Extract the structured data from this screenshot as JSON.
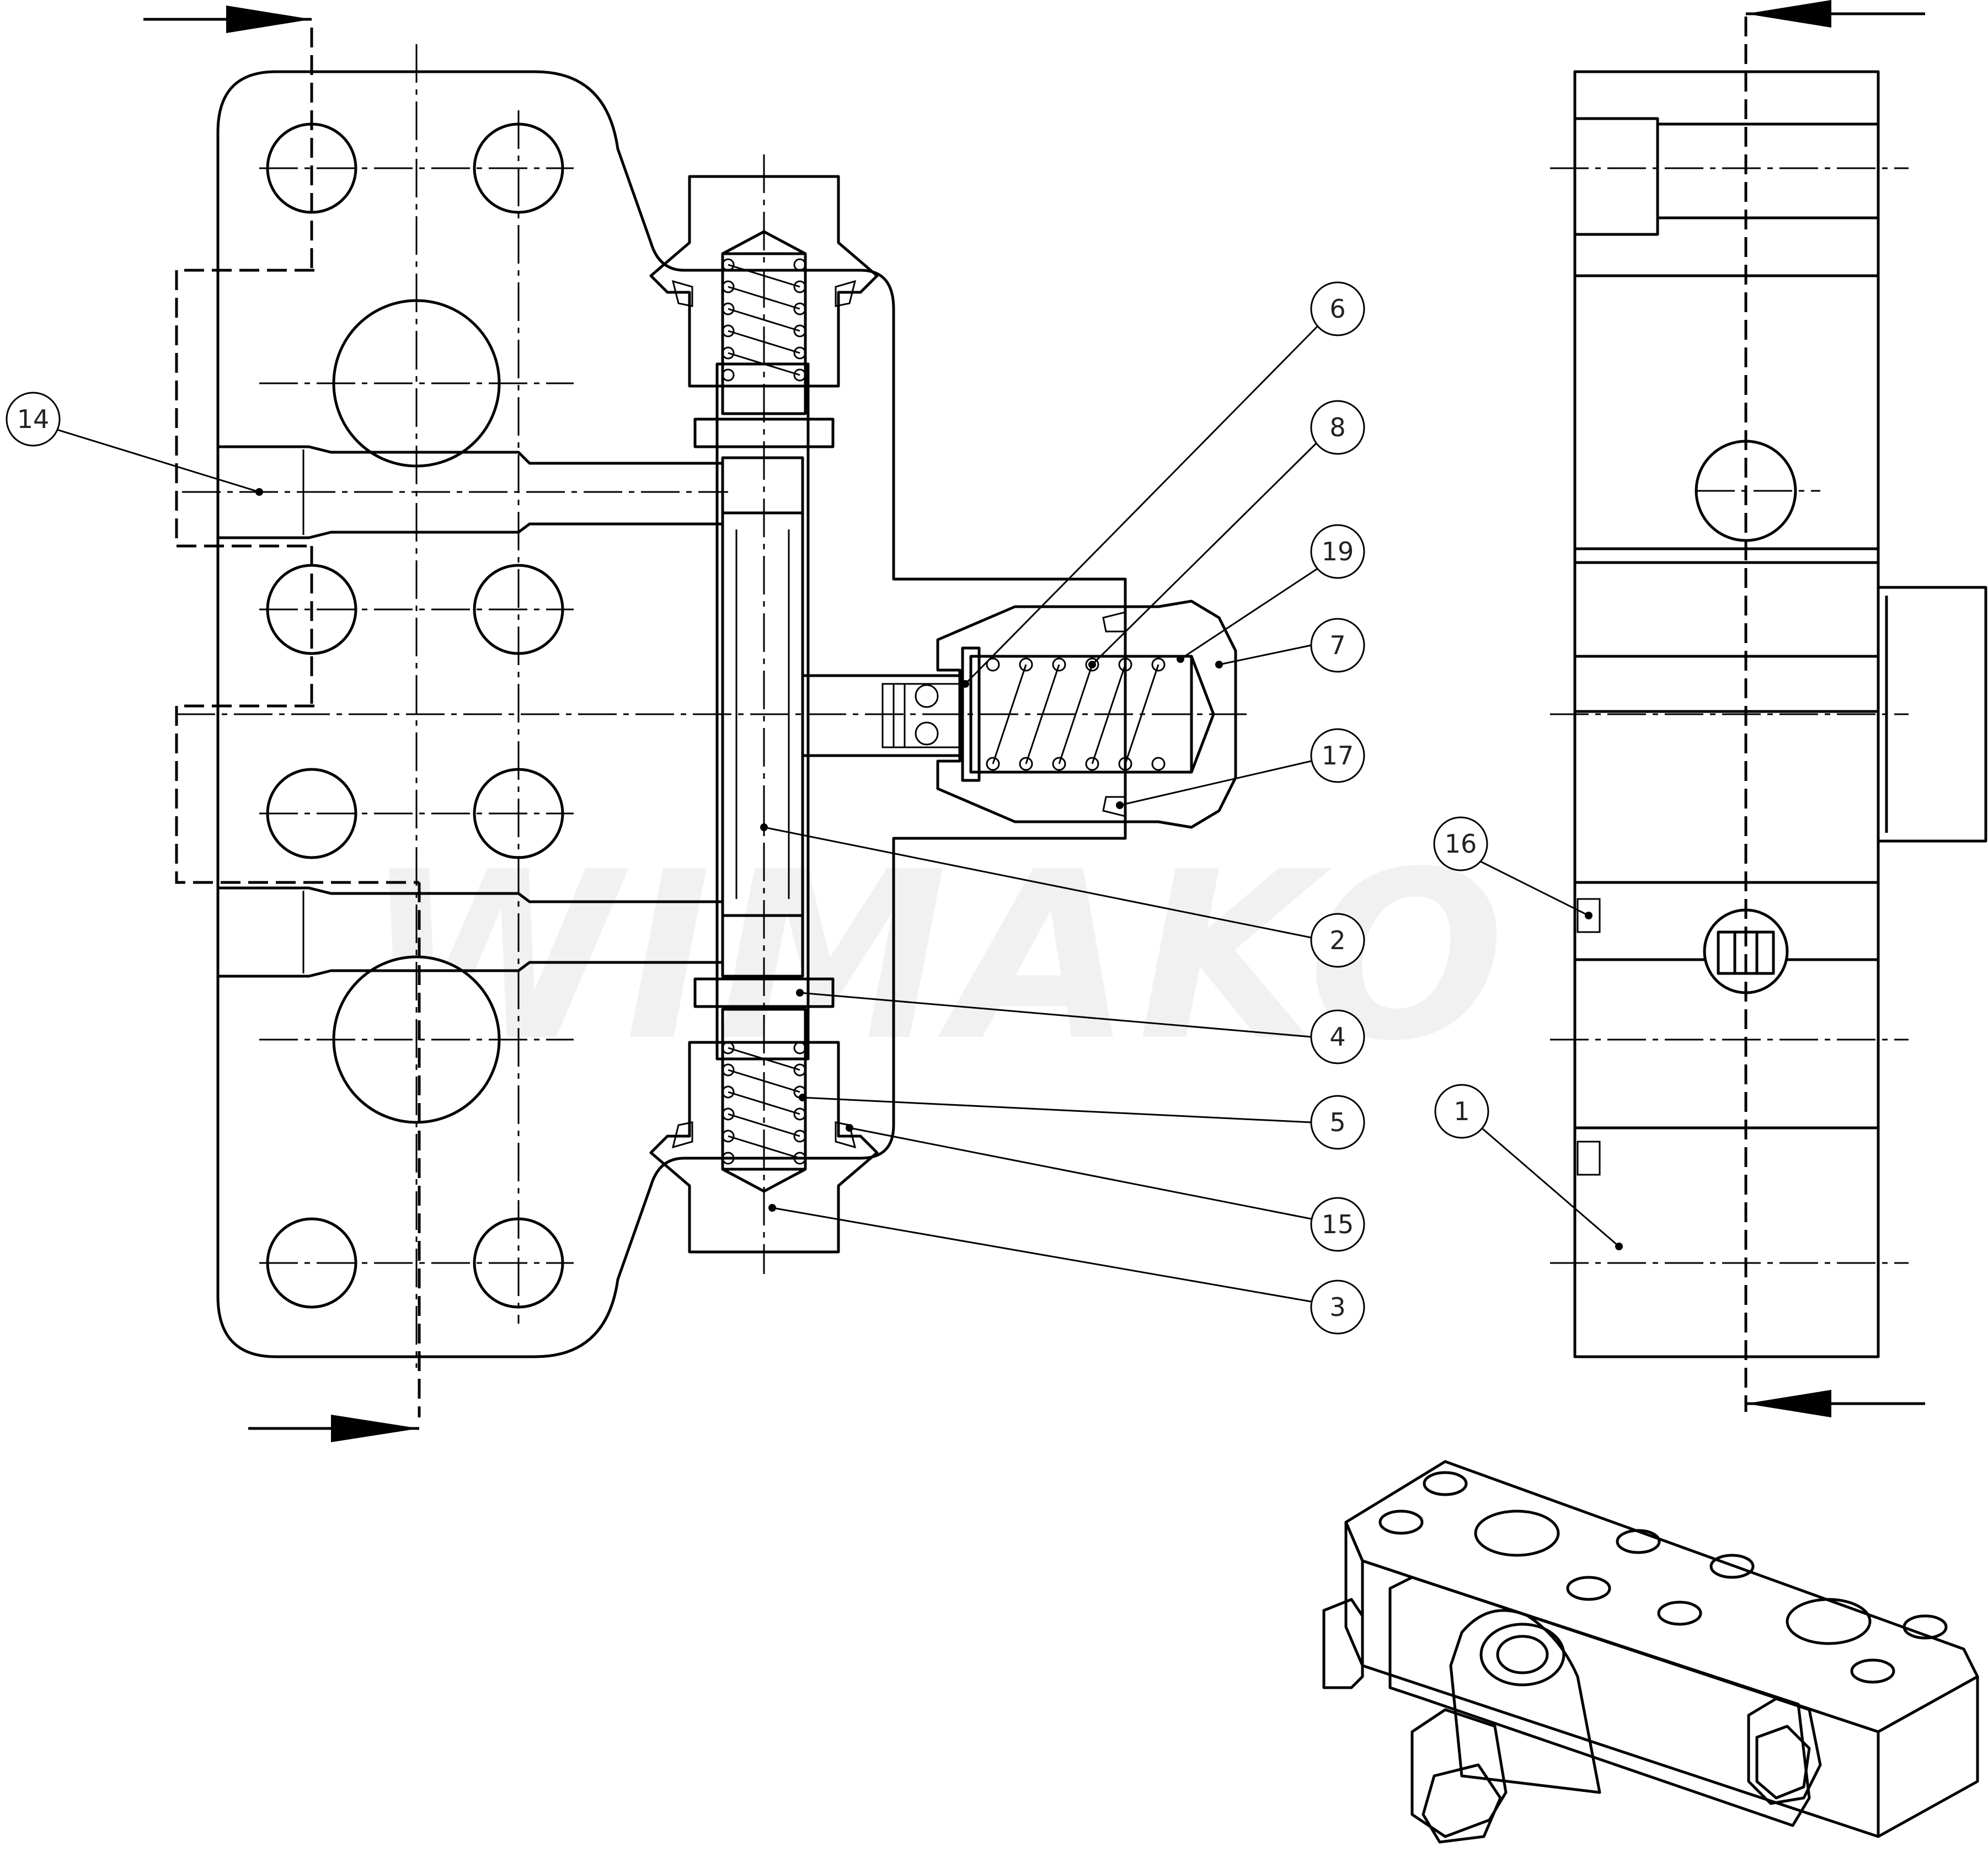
{
  "drawing": {
    "watermark": "WIMAKO",
    "callouts": [
      {
        "id": "14",
        "label": "14"
      },
      {
        "id": "6",
        "label": "6"
      },
      {
        "id": "8",
        "label": "8"
      },
      {
        "id": "19",
        "label": "19"
      },
      {
        "id": "7",
        "label": "7"
      },
      {
        "id": "17",
        "label": "17"
      },
      {
        "id": "16",
        "label": "16"
      },
      {
        "id": "2",
        "label": "2"
      },
      {
        "id": "4",
        "label": "4"
      },
      {
        "id": "5",
        "label": "5"
      },
      {
        "id": "1",
        "label": "1"
      },
      {
        "id": "15",
        "label": "15"
      },
      {
        "id": "3",
        "label": "3"
      }
    ]
  }
}
